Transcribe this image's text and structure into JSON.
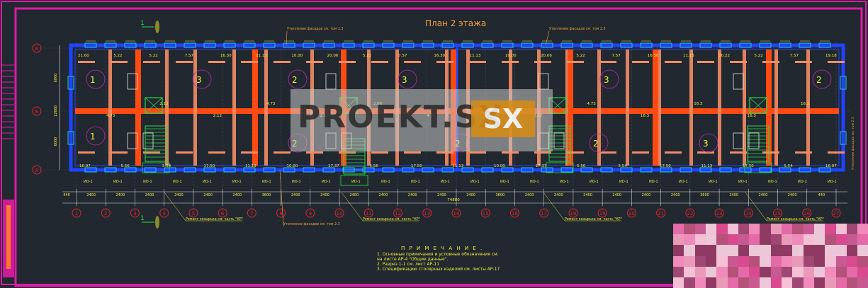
{
  "drawing": {
    "title": "План 2 этажа",
    "overall_dimension": "74880",
    "section_marker": "1",
    "axes_rows": [
      "В",
      "Б",
      "А"
    ],
    "axes_cols": [
      "1",
      "2",
      "3",
      "4",
      "5",
      "6",
      "7",
      "8",
      "9",
      "10",
      "11",
      "12",
      "13",
      "14",
      "15",
      "16",
      "17",
      "18",
      "19",
      "20",
      "21",
      "22",
      "23",
      "24",
      "25",
      "26",
      "27"
    ],
    "spans": [
      "440",
      "2400",
      "2400",
      "2400",
      "2400",
      "2400",
      "2400",
      "3600",
      "2400",
      "2400",
      "2400",
      "2400",
      "2400",
      "2400",
      "2400",
      "3600",
      "2400",
      "2400",
      "2400",
      "2400",
      "2400",
      "2400",
      "3600",
      "2400",
      "2400",
      "2400",
      "440"
    ],
    "row_dims": [
      "6000",
      "12600",
      "6000"
    ],
    "callouts": [
      "Утепление фасадов см. том 2.3",
      "Утепление фасадов см. том 2.3",
      "Утепление фасадов см. том 2.3"
    ],
    "roof_callouts": [
      "Ремонт козырька см. часть \"КР\"",
      "Ремонт козырька см. часть \"КР\"",
      "Ремонт козырька см. часть \"КР\"",
      "Ремонт козырька см. часть \"КР\""
    ],
    "room_numbers": [
      "1",
      "3",
      "2",
      "3",
      "2",
      "2",
      "3",
      "2",
      "3",
      "2",
      "1"
    ],
    "areas_top": [
      "21.60",
      "5.22",
      "5.22",
      "7.57",
      "16.30",
      "11.13",
      "10.00",
      "20.06",
      "5.22",
      "7.57",
      "16.30",
      "11.13",
      "10.00",
      "20.06",
      "5.22",
      "7.57",
      "16.30",
      "11.13",
      "20.22",
      "5.22",
      "7.57",
      "19.18"
    ],
    "areas_mid": [
      "4.73",
      "2.12",
      "2.12",
      "4.73",
      "2.06",
      "2.06",
      "4.73",
      "2.12",
      "2.12",
      "4.73",
      "16.3",
      "16.3",
      "16.3",
      "16.3"
    ],
    "areas_bottom": [
      "16.97",
      "5.56",
      "5.54",
      "17.50",
      "11.13",
      "10.00",
      "17.37",
      "5.56",
      "17.50",
      "11.13",
      "10.00",
      "17.37",
      "5.56",
      "5.54",
      "17.50",
      "11.13",
      "17.50",
      "5.54",
      "16.97"
    ],
    "window_label": "ИО-1",
    "notes_title": "П Р И М Е Ч А Н И Е .",
    "notes": [
      "1. Основные примечания и условные обозначения см.",
      "    на листе АР-4 \"Общие данные\".",
      "2. Разрез 1-1 см. лист АР-11",
      "3. Спецификацию столярных изделий см. листы АР-17"
    ],
    "watermark": "PROEKT.SX",
    "watermark_badge": "SX",
    "colors": {
      "background": "#212830",
      "frame": "#e01ba6",
      "wall_outer": "#1f44ff",
      "wall_inner": "#f48c66",
      "beam": "#ff4a12",
      "text_yellow": "#f4ef3a",
      "text_orange": "#f2a23a",
      "axis_red": "#e0242e",
      "window_cyan": "#27c8d8",
      "stair_green": "#2bd94a",
      "dim_white": "#e8e8e8"
    }
  }
}
